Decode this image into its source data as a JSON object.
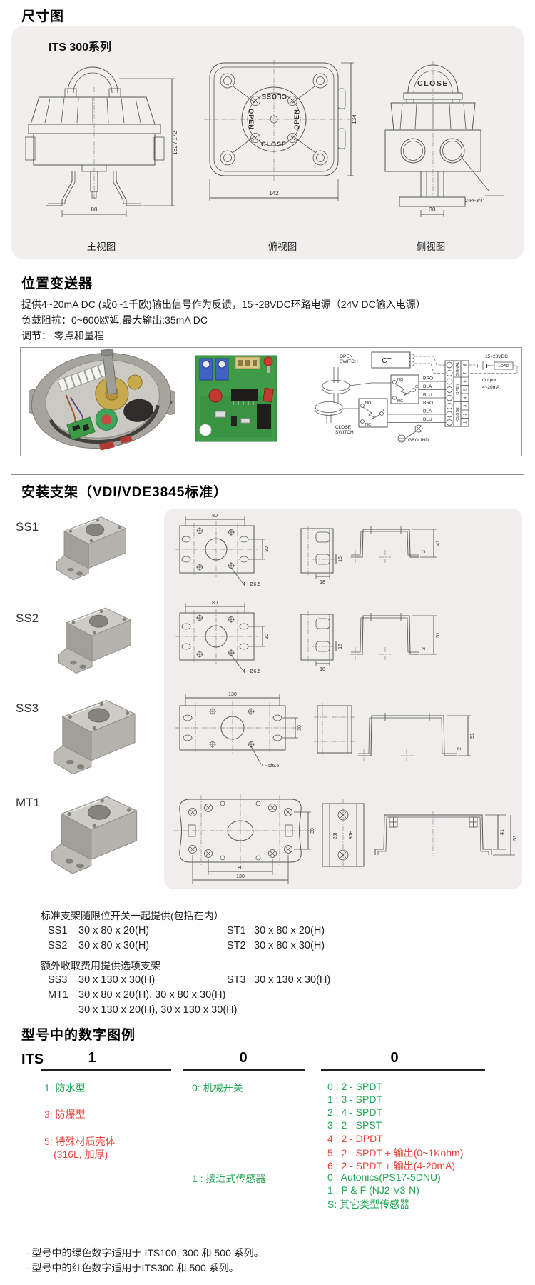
{
  "colors": {
    "green": "#1ba750",
    "red": "#e8463c"
  },
  "section_dim": {
    "title": "尺寸图",
    "series_label": "ITS 300系列",
    "front": {
      "caption": "主视图",
      "dim_h": "162 / 172",
      "dim_w": "80"
    },
    "top": {
      "caption": "俯视图",
      "dim_w": "142",
      "dim_h": "134",
      "dial_top": "CLOSE",
      "dial_bottom": "CLOSE",
      "dial_left": "OPEN",
      "dial_right": "OPEN"
    },
    "side": {
      "caption": "侧视图",
      "dim_w": "30",
      "conduit": "2-PF3/4\"",
      "dome": "CLOSE"
    }
  },
  "section_transmitter": {
    "title": "位置变送器",
    "lines": [
      "提供4~20mA DC (或0~1千欧)输出信号作为反馈，15~28VDC环路电源（24V DC输入电源）",
      "负载阻抗：0~600欧姆,最大输出:35mA DC",
      "调节： 零点和量程"
    ],
    "wiring": {
      "open_switch_1": "OPEN",
      "open_switch_2": "SWITCH",
      "close_switch_1": "CLOSE",
      "close_switch_2": "SWITCH",
      "ct": "CT",
      "sw1": {
        "no": "NO",
        "c": "C",
        "nc": "NC"
      },
      "sw2": {
        "no": "NO",
        "c": "C",
        "nc": "NC"
      },
      "wire_labels": [
        "BRO",
        "BLA",
        "BLU",
        "BRO",
        "BLA",
        "BLU"
      ],
      "groups": [
        "SIGNAL",
        "OPEN",
        "CLOSE"
      ],
      "terminals": [
        "8",
        "7",
        "6",
        "5",
        "4",
        "3",
        "2",
        "1"
      ],
      "supply": "15~28VDC",
      "plus": "+",
      "load": "LOAD",
      "output_line1": "Output",
      "output_line2": "4~20mA",
      "ground": "GROUND"
    }
  },
  "section_bracket": {
    "title": "安装支架（VDI/VDE3845标准）",
    "rows": [
      {
        "label": "SS1",
        "plan_w": "80",
        "plan_h": "30",
        "holes": "4 - Ø6.5",
        "side_w": "18",
        "side_h": "16",
        "profile_h": "41",
        "profile_t": "2"
      },
      {
        "label": "SS2",
        "plan_w": "80",
        "plan_h": "30",
        "holes": "4 - Ø6.5",
        "side_w": "18",
        "side_h": "16",
        "profile_h": "51",
        "profile_t": "2"
      },
      {
        "label": "SS3",
        "plan_w": "130",
        "plan_h": "30",
        "holes": "4 - Ø6.5",
        "profile_h": "51",
        "profile_t": "2"
      },
      {
        "label": "MT1",
        "plan_w": "80",
        "plan_w2": "130",
        "plan_h": "30",
        "side_a": "20H",
        "side_b": "30H",
        "profile_h": "41",
        "profile_h2": "51"
      }
    ],
    "provide_title": "标准支架随限位开关一起提供(包括在内）",
    "provide_rows": [
      [
        "SS1",
        "30 x 80 x 20(H)",
        "ST1",
        "30 x 80 x 20(H)"
      ],
      [
        "SS2",
        "30 x 80 x 30(H)",
        "ST2",
        "30 x 80 x 30(H)"
      ]
    ],
    "option_title": "额外收取费用提供选项支架",
    "option_rows": [
      [
        "SS3",
        "30 x 130 x 30(H)",
        "ST3",
        "30 x 130 x 30(H)"
      ],
      [
        "MT1",
        "30 x 80 x 20(H), 30 x 80 x 30(H)",
        "",
        ""
      ],
      [
        "",
        "30 x 130 x 20(H), 30 x 130 x 30(H)",
        "",
        ""
      ]
    ]
  },
  "section_model": {
    "title": "型号中的数字图例",
    "prefix": "ITS",
    "digits": [
      "1",
      "0",
      "0"
    ],
    "col1": [
      {
        "text": "1: 防水型",
        "color": "green"
      },
      {
        "text": "3: 防爆型",
        "color": "red"
      },
      {
        "text": "5: 特殊材质壳体",
        "color": "red"
      },
      {
        "text": "(316L, 加厚)",
        "color": "red"
      }
    ],
    "col2": [
      {
        "text": "0: 机械开关",
        "color": "green"
      },
      {
        "text": "1 : 接近式传感器",
        "color": "green"
      }
    ],
    "col3": [
      {
        "text": "0 : 2 - SPDT",
        "color": "green"
      },
      {
        "text": "1 : 3 - SPDT",
        "color": "green"
      },
      {
        "text": "2 : 4 - SPDT",
        "color": "green"
      },
      {
        "text": "3 : 2 - SPST",
        "color": "green"
      },
      {
        "text": "4 : 2 - DPDT",
        "color": "red"
      },
      {
        "text": "5 : 2 - SPDT + 输出(0~1Kohm)",
        "color": "red"
      },
      {
        "text": "6 : 2 - SPDT + 输出(4-20mA)",
        "color": "red"
      },
      {
        "text": "0 : Autonics(PS17-5DNU)",
        "color": "green"
      },
      {
        "text": "1 : P & F (NJ2-V3-N)",
        "color": "green"
      },
      {
        "text": "S: 其它类型传感器",
        "color": "green"
      }
    ],
    "notes": [
      "- 型号中的绿色数字适用于 ITS100, 300 和 500 系列。",
      "- 型号中的红色数字适用于ITS300 和 500 系列。"
    ]
  }
}
